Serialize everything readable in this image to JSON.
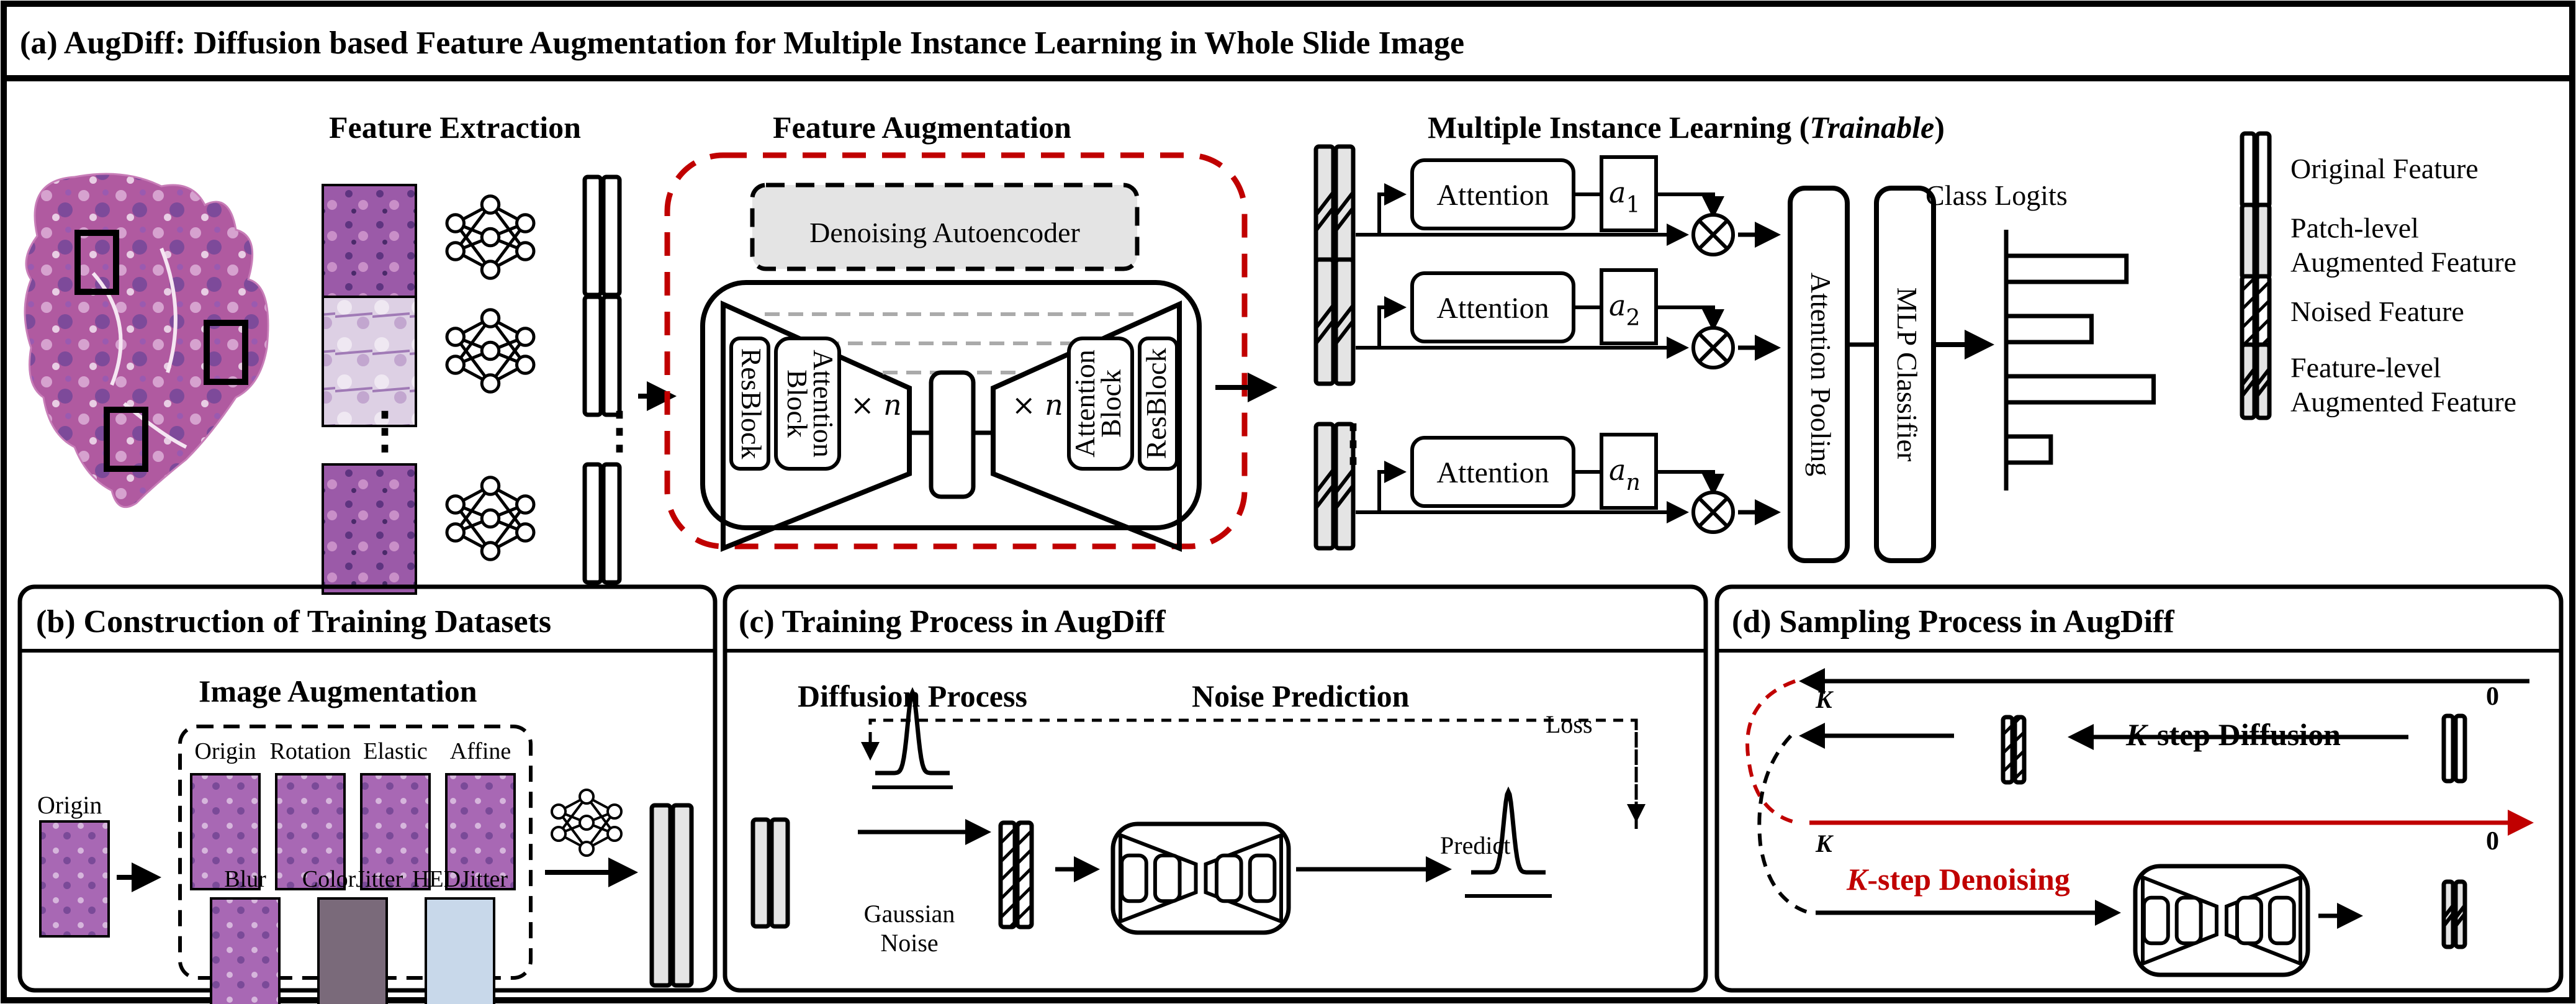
{
  "figure": {
    "panel_a": {
      "title": "(a) AugDiff: Diffusion based Feature Augmentation for Multiple Instance Learning in Whole Slide Image",
      "sections": {
        "feature_extraction": "Feature Extraction",
        "feature_augmentation": "Feature Augmentation",
        "mil_prefix": "Multiple Instance Learning (",
        "mil_italic": "Trainable",
        "mil_suffix": ")"
      },
      "denoising_autoencoder": "Denoising Autoencoder",
      "blocks": {
        "resblock": "ResBlock",
        "attention_block_line1": "Attention",
        "attention_block_line2": "Block",
        "repeat": "× n"
      },
      "mil": {
        "attention_label": "Attention",
        "weights": [
          {
            "base": "a",
            "sub": "1"
          },
          {
            "base": "a",
            "sub": "2"
          },
          {
            "base": "a",
            "sub": "n"
          }
        ],
        "attention_pooling": "Attention Pooling",
        "mlp_classifier": "MLP Classifier",
        "class_logits": "Class Logits",
        "logit_values": [
          0.62,
          0.44,
          0.76,
          0.23
        ]
      },
      "legend": [
        {
          "type": "original",
          "lines": [
            "Original Feature"
          ]
        },
        {
          "type": "patch-level",
          "lines": [
            "Patch-level",
            "Augmented Feature"
          ]
        },
        {
          "type": "noised",
          "lines": [
            "Noised Feature"
          ]
        },
        {
          "type": "feature-level",
          "lines": [
            "Feature-level",
            "Augmented Feature"
          ]
        }
      ],
      "ellipsis": "⋮"
    },
    "panel_b": {
      "title": "(b) Construction of Training Datasets",
      "subtitle": "Image Augmentation",
      "origin_label": "Origin",
      "augmentations_row1": [
        "Origin",
        "Rotation",
        "Elastic",
        "Affine"
      ],
      "augmentations_row2": [
        "Blur",
        "ColorJitter",
        "HEDJitter"
      ]
    },
    "panel_c": {
      "title": "(c) Training Process in AugDiff",
      "diffusion_process": "Diffusion Process",
      "noise_prediction": "Noise Prediction",
      "gaussian_noise_line1": "Gaussian",
      "gaussian_noise_line2": "Noise",
      "predict": "Predict",
      "loss": "Loss"
    },
    "panel_d": {
      "title": "(d) Sampling Process in AugDiff",
      "k_label": "K",
      "zero_label": "0",
      "k_step_diffusion_k": "K",
      "k_step_diffusion_rest": "-step Diffusion",
      "k_step_denoising_k": "K",
      "k_step_denoising_rest": "-step Denoising"
    },
    "colors": {
      "accent_red": "#c00000",
      "augmented_fill": "#e4e4e4",
      "tissue_pink": "#b25a9a",
      "tissue_purple": "#8a4ea0"
    }
  }
}
